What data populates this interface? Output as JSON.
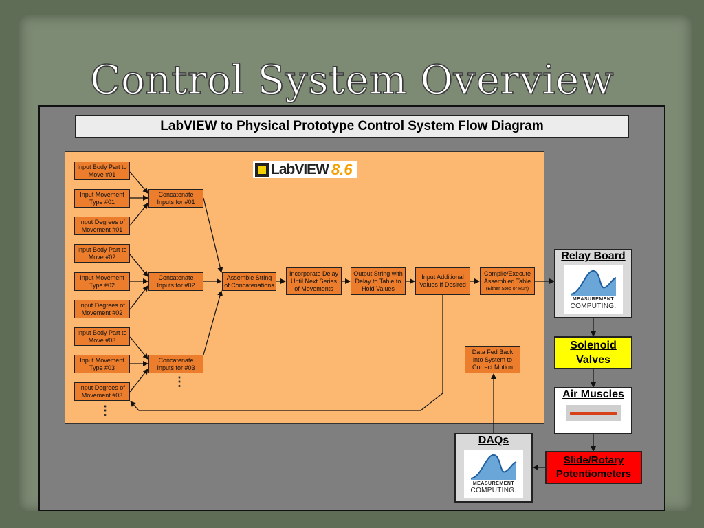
{
  "slide": {
    "title": "Control System Overview"
  },
  "diagram": {
    "header": "LabVIEW to Physical Prototype Control System Flow Diagram",
    "logo": {
      "text": "LabVIEW",
      "version": "8.6"
    },
    "inputs": [
      "Input Body Part to Move #01",
      "Input Movement Type #01",
      "Input Degrees of Movement #01",
      "Input Body Part to Move #02",
      "Input Movement Type #02",
      "Input Degrees of Movement #02",
      "Input Body Part to Move #03",
      "Input Movement Type #03",
      "Input Degrees of Movement #03"
    ],
    "concatenate": [
      "Concatenate Inputs for #01",
      "Concatenate Inputs for #02",
      "Concatenate Inputs for #03"
    ],
    "assemble": "Assemble String of Concatenations",
    "delay": "Incorporate Delay Until Next Series of Movements",
    "output": "Output String with Delay to Table to Hold Values",
    "additional": "Input Additional Values If Desired",
    "compile": "Compile/Execute Assembled Table",
    "compile_note": "(Either Step or Run)",
    "feedback": "Data Fed Back into System to Correct Motion",
    "dots": "⋮",
    "relay": {
      "title": "Relay Board",
      "logo1": "MEASUREMENT",
      "logo2": "COMPUTING."
    },
    "solenoid": {
      "title": "Solenoid Valves",
      "color": "#ffff00"
    },
    "muscles": {
      "title": "Air Muscles"
    },
    "potentiometers": {
      "title": "Slide/Rotary Potentiometers",
      "color": "#ff0000"
    },
    "daqs": {
      "title": "DAQs",
      "logo1": "MEASUREMENT",
      "logo2": "COMPUTING."
    }
  }
}
